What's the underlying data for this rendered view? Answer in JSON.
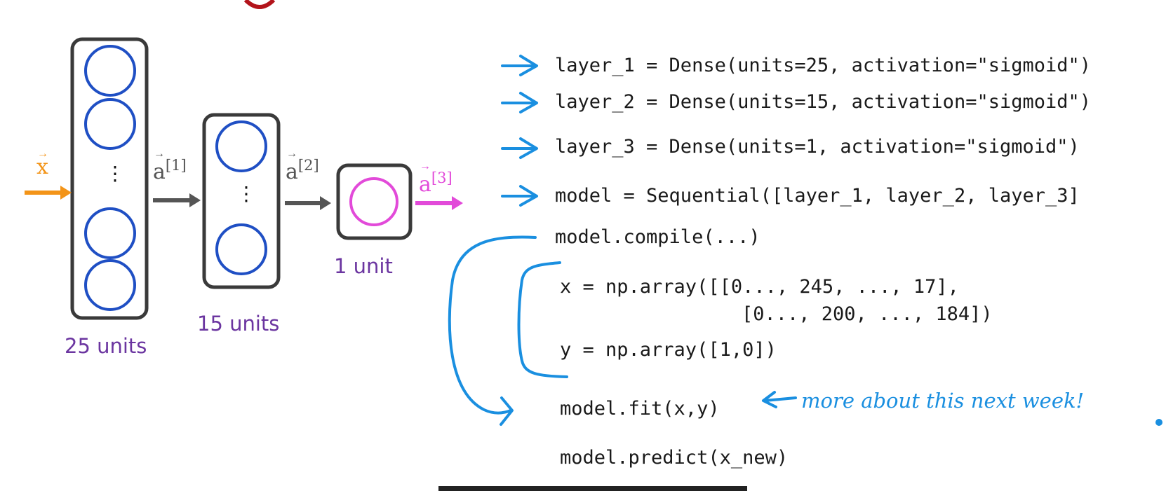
{
  "colors": {
    "box": "#3a3a3a",
    "neuron": "#1f4fc4",
    "output_neuron": "#e24ad9",
    "input_arrow": "#f39418",
    "output_arrow": "#e24ad9",
    "gray_arrow": "#555555",
    "unit_label": "#6b35a0",
    "annotation": "#1a8fe0",
    "code_text": "#1a1a1a",
    "title_top": "#b3141b"
  },
  "network": {
    "input_label": "x",
    "activation_1": {
      "base": "a",
      "sup": "[1]"
    },
    "activation_2": {
      "base": "a",
      "sup": "[2]"
    },
    "activation_3": {
      "base": "a",
      "sup": "[3]"
    },
    "layer_1_label": "25 units",
    "layer_2_label": "15 units",
    "layer_3_label": "1 unit",
    "vdots": "⋮"
  },
  "code": {
    "line_layer1": "layer_1 = Dense(units=25, activation=\"sigmoid\")",
    "line_layer2": "layer_2 = Dense(units=15, activation=\"sigmoid\")",
    "line_layer3": "layer_3 = Dense(units=1, activation=\"sigmoid\")",
    "line_model": "model = Sequential([layer_1, layer_2, layer_3]",
    "line_compile": "model.compile(...)",
    "line_x1": "x = np.array([[0..., 245, ..., 17],",
    "line_x2": "[0..., 200, ..., 184])",
    "line_y": "y = np.array([1,0])",
    "line_fit": "model.fit(x,y)",
    "line_predict": "model.predict(x_new)"
  },
  "annotation": {
    "note": "more about this next week!"
  },
  "icons": [
    "arrow-right-icon",
    "arrow-left-icon",
    "curly-bracket-icon",
    "neuron-circle-icon"
  ]
}
